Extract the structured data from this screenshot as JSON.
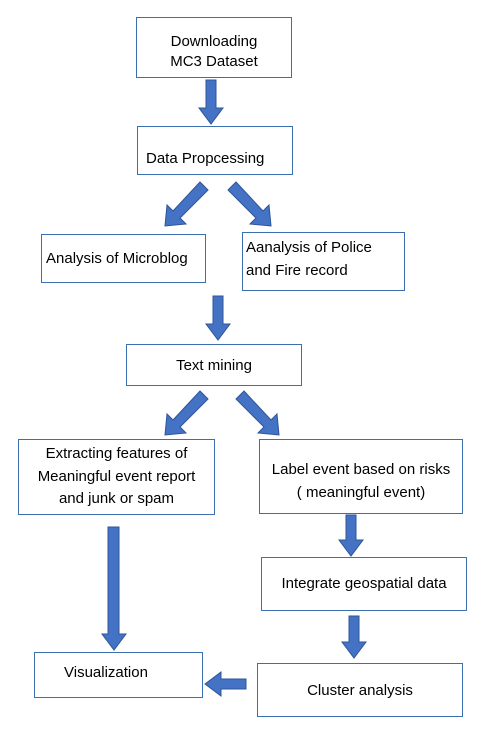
{
  "nodes": {
    "download": [
      "Downloading",
      "MC3 Dataset"
    ],
    "preprocess": [
      "Data Propcessing"
    ],
    "microblog": [
      "Analysis of Microblog"
    ],
    "police": [
      "Aanalysis of Police",
      "and Fire record"
    ],
    "textmining": [
      "Text mining"
    ],
    "extract": [
      "Extracting features of",
      "Meaningful event report",
      "and junk or spam"
    ],
    "label": [
      "Label event based on risks",
      "( meaningful event)"
    ],
    "geo": [
      "Integrate geospatial data"
    ],
    "viz": [
      "Visualization"
    ],
    "cluster": [
      "Cluster analysis"
    ]
  },
  "colors": {
    "arrow": "#4472c4",
    "border": "#3a6fb0",
    "text": "#000000"
  }
}
